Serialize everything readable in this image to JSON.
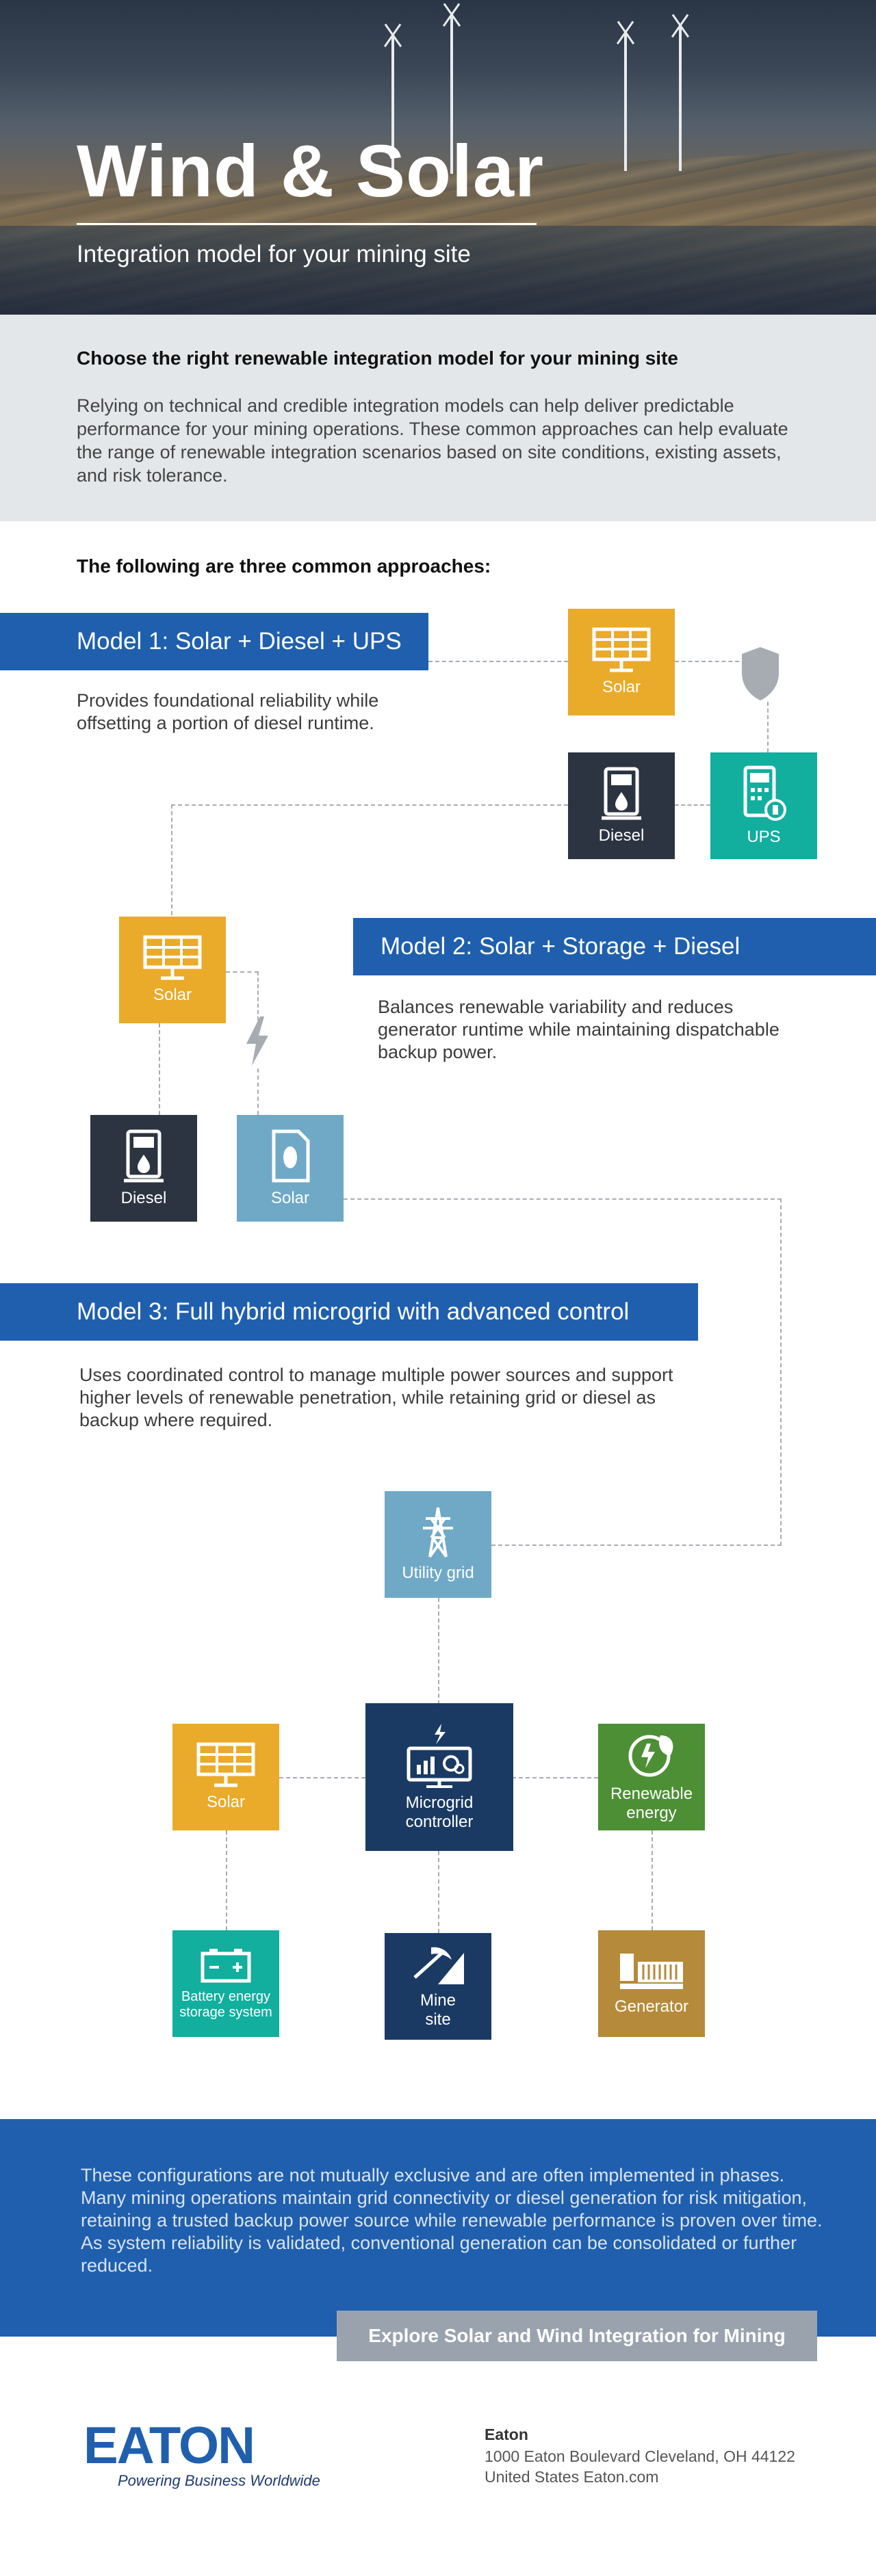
{
  "hero": {
    "title": "Wind & Solar",
    "subtitle": "Integration model for your mining site"
  },
  "intro": {
    "heading": "Choose the right renewable integration model for your mining site",
    "body": "Relying on technical and credible integration models can help deliver predictable performance for your mining operations.  These common approaches can help evaluate the range of renewable integration scenarios based on site conditions, existing assets, and risk tolerance."
  },
  "approaches_heading": "The following are three common approaches:",
  "model1": {
    "title": "Model 1: Solar + Diesel + UPS",
    "description": "Provides foundational reliability while offsetting a portion of diesel runtime.",
    "tiles": {
      "solar": "Solar",
      "diesel": "Diesel",
      "ups": "UPS"
    }
  },
  "model2": {
    "title": "Model 2: Solar + Storage + Diesel",
    "description": "Balances renewable variability and reduces generator runtime while maintaining dispatchable backup power.",
    "tiles": {
      "solar": "Solar",
      "diesel": "Diesel",
      "storage": "Solar"
    }
  },
  "model3": {
    "title": "Model 3: Full hybrid microgrid with advanced control",
    "description": "Uses coordinated control to manage multiple power sources and support higher levels of renewable penetration, while retaining grid or diesel as backup where required.",
    "tiles": {
      "utility": "Utility grid",
      "controller": "Microgrid controller",
      "solar": "Solar",
      "renewable": "Renewable energy",
      "battery": "Battery energy storage system",
      "mine": "Mine site",
      "generator": "Generator"
    }
  },
  "closing": {
    "text": "These configurations are not mutually exclusive and are often implemented in phases. Many mining operations maintain grid connectivity or diesel generation for risk mitigation, retaining a trusted backup power source while renewable performance is proven over time. As system reliability is validated, conventional generation can be consolidated or further reduced.",
    "cta": "Explore Solar and Wind Integration for Mining"
  },
  "footer": {
    "logo": "EATON",
    "tagline": "Powering Business Worldwide",
    "company": "Eaton",
    "address1": "1000 Eaton Boulevard Cleveland, OH 44122",
    "address2": "United States Eaton.com"
  },
  "colors": {
    "brand_blue": "#1f5fae",
    "solar_yellow": "#eaaa2a",
    "diesel_dark": "#2b3440",
    "ups_teal": "#12ae9e",
    "storage_light_blue": "#6fa9c6",
    "controller_navy": "#1a3a63",
    "renewable_green": "#4d8f35",
    "generator_gold": "#b58a3a"
  }
}
